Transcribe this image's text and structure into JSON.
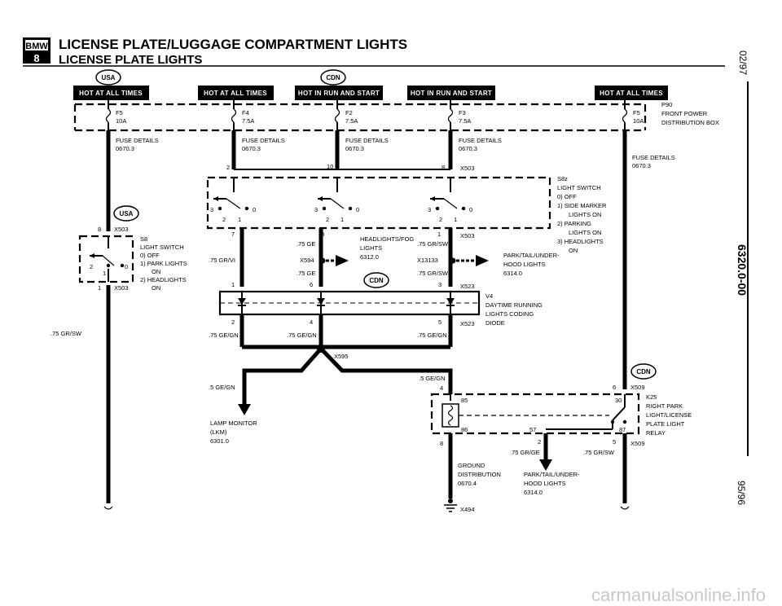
{
  "header": {
    "logo_text": "BMW",
    "series": "8",
    "title": "LICENSE PLATE/LUGGAGE COMPARTMENT LIGHTS",
    "subtitle": "LICENSE PLATE LIGHTS"
  },
  "side": {
    "date_top": "02/97",
    "doc_number": "6320.0-00",
    "date_bottom": "95/96"
  },
  "badges": {
    "usa": "USA",
    "cdn": "CDN"
  },
  "power_headers": [
    "HOT AT ALL TIMES",
    "HOT AT ALL TIMES",
    "HOT IN RUN AND START",
    "HOT IN RUN AND START",
    "HOT AT ALL TIMES"
  ],
  "fuses": [
    {
      "name": "F5",
      "rating": "10A"
    },
    {
      "name": "F4",
      "rating": "7.5A"
    },
    {
      "name": "F2",
      "rating": "7.5A"
    },
    {
      "name": "F3",
      "rating": "7.5A"
    },
    {
      "name": "F5",
      "rating": "10A"
    }
  ],
  "fuse_box": {
    "id": "P90",
    "line1": "FRONT POWER",
    "line2": "DISTRIBUTION BOX"
  },
  "fuse_details": {
    "label": "FUSE DETAILS",
    "ref": "0670.3"
  },
  "pins": {
    "p2": "2",
    "p10": "10",
    "p8": "8",
    "p7": "7",
    "p3": "3",
    "p1": "1",
    "p6": "6",
    "p4": "4",
    "p5": "5",
    "p30": "30",
    "p85": "85",
    "p86": "86",
    "p87": "87",
    "p57": "57",
    "p0": "0"
  },
  "connectors": {
    "x503": "X503",
    "x523": "X523",
    "x594": "X594",
    "x13133": "X13133",
    "x595": "X595",
    "x509": "X509",
    "x494": "X494"
  },
  "light_switch": {
    "id": "S8z",
    "name": "LIGHT SWITCH",
    "positions": [
      "0) OFF",
      "1) SIDE MARKER",
      "LIGHTS ON",
      "2) PARKING",
      "LIGHTS ON",
      "3) HEADLIGHTS",
      "ON"
    ]
  },
  "light_switch_usa": {
    "id": "S8",
    "name": "LIGHT SWITCH",
    "positions": [
      "0) OFF",
      "1) PARK LIGHTS",
      "ON",
      "2) HEADLIGHTS",
      "ON"
    ]
  },
  "wires": {
    "w75grsw": ".75 GR/SW",
    "w75ge": ".75 GE",
    "w75grvi": ".75 GR/VI",
    "w75gegn": ".75 GE/GN",
    "w5gegn": ".5 GE/GN",
    "w75grge": ".75 GR/GE"
  },
  "refs": {
    "headlights_fog": "HEADLIGHTS/FOG",
    "lights": "LIGHTS",
    "headlights_ref": "6312.0",
    "park_tail": "PARK/TAIL/UNDER-",
    "hood_lights": "HOOD LIGHTS",
    "park_ref": "6314.0"
  },
  "diode": {
    "id": "V4",
    "line1": "DAYTIME RUNNING",
    "line2": "LIGHTS CODING",
    "line3": "DIODE"
  },
  "lamp_monitor": {
    "line1": "LAMP MONITOR",
    "line2": "(LKM)",
    "ref": "6301.0"
  },
  "relay": {
    "id": "K25",
    "line1": "RIGHT PARK",
    "line2": "LIGHT/LICENSE",
    "line3": "PLATE LIGHT",
    "line4": "RELAY"
  },
  "ground": {
    "line1": "GROUND",
    "line2": "DISTRIBUTION",
    "ref": "0670.4"
  },
  "watermark": "carmanualsonline.info"
}
